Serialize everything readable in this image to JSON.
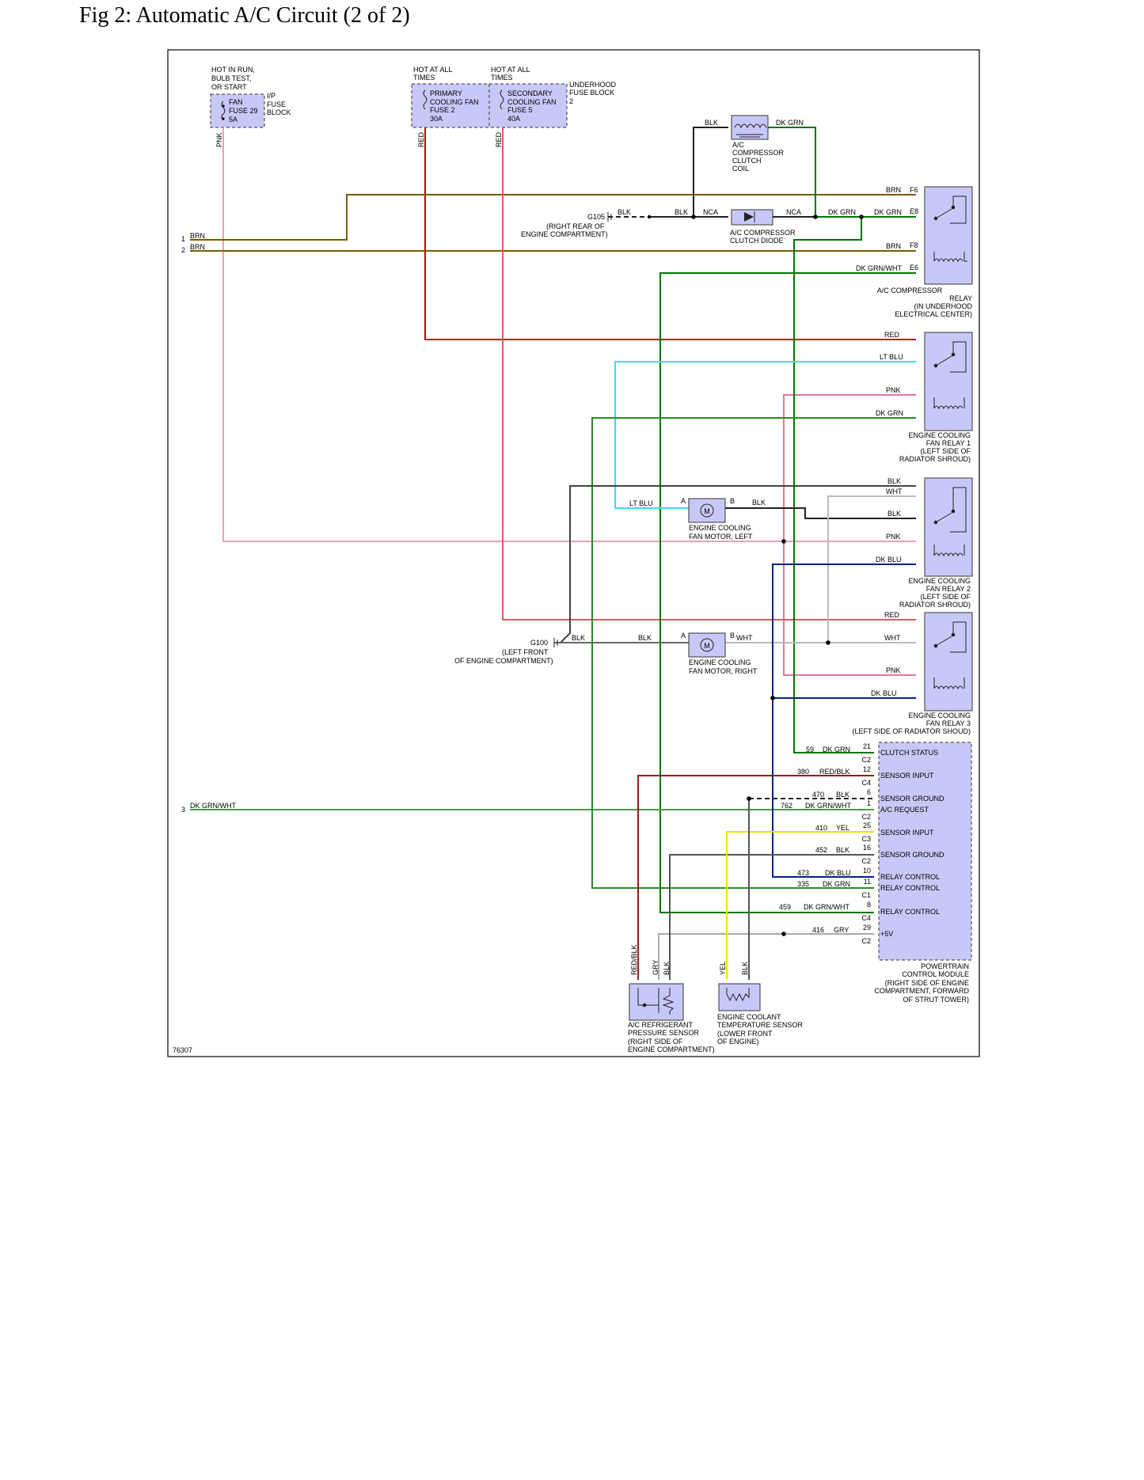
{
  "page": {
    "title": "Fig 2: Automatic A/C Circuit (2 of 2)"
  },
  "colors": {
    "brn": "#7a5a00",
    "red": "#cc0000",
    "pnk": "#e07a95",
    "dkgrn": "#007700",
    "ltblu": "#33e0e8",
    "blk": "#222222",
    "wht": "#bbbbbb",
    "dkblu": "#002288",
    "yel": "#f0e000",
    "gry": "#999999",
    "redblk": "#8b2020",
    "component": "#c8c8f8"
  },
  "diagram": {
    "figure_id": "76307",
    "fuses": {
      "ip_header": [
        "HOT IN RUN,",
        "BULB TEST,",
        "OR START"
      ],
      "fan_fuse": [
        "FAN",
        "FUSE 29",
        "5A"
      ],
      "ip_block": [
        "I/P",
        "FUSE",
        "BLOCK"
      ],
      "hot1": [
        "HOT AT ALL",
        "TIMES"
      ],
      "hot2": [
        "HOT AT ALL",
        "TIMES"
      ],
      "primary": [
        "PRIMARY",
        "COOLING FAN",
        "FUSE 2",
        "30A"
      ],
      "secondary": [
        "SECONDARY",
        "COOLING FAN",
        "FUSE 5",
        "40A"
      ],
      "underhood": [
        "UNDERHOOD",
        "FUSE BLOCK",
        "2"
      ]
    },
    "wires": {
      "pnk": "PNK",
      "red": "RED",
      "red2": "RED",
      "blk": "BLK",
      "dkgrn": "DK GRN",
      "brn": "BRN",
      "nca": "NCA",
      "dkgrnwht": "DK GRN/WHT",
      "ltblu": "LT BLU",
      "pnk2": "PNK",
      "wht": "WHT",
      "dkblu": "DK BLU",
      "yel": "YEL",
      "gry": "GRY",
      "redblk": "RED/BLK"
    },
    "left_pins": [
      {
        "num": "1",
        "color": "BRN"
      },
      {
        "num": "2",
        "color": "BRN"
      },
      {
        "num": "3",
        "color": "DK GRN/WHT"
      }
    ],
    "clutch_coil": [
      "A/C",
      "COMPRESSOR",
      "CLUTCH",
      "COIL"
    ],
    "clutch_diode": [
      "A/C COMPRESSOR",
      "CLUTCH DIODE"
    ],
    "g105": [
      "G105",
      "(RIGHT REAR OF",
      "ENGINE COMPARTMENT)"
    ],
    "g100": [
      "G100",
      "(LEFT FRONT",
      "OF ENGINE COMPARTMENT)"
    ],
    "ac_relay": {
      "pins": [
        "F6",
        "E8",
        "F8",
        "E6"
      ],
      "label": [
        "A/C COMPRESSOR",
        "RELAY",
        "(IN UNDERHOOD",
        "ELECTRICAL CENTER)"
      ]
    },
    "fan_relay_1": [
      "ENGINE COOLING",
      "FAN RELAY 1",
      "(LEFT SIDE OF",
      "RADIATOR SHROUD)"
    ],
    "fan_relay_2": [
      "ENGINE COOLING",
      "FAN RELAY 2",
      "(LEFT SIDE OF",
      "RADIATOR SHROUD)"
    ],
    "fan_relay_3": [
      "ENGINE COOLING",
      "FAN RELAY 3",
      "(LEFT SIDE OF RADIATOR SHOUD)"
    ],
    "motor_left": {
      "pin_a": "A",
      "pin_b": "B",
      "symbol": "M",
      "label": [
        "ENGINE COOLING",
        "FAN MOTOR, LEFT"
      ]
    },
    "motor_right": {
      "pin_a": "A",
      "pin_b": "B",
      "symbol": "M",
      "label": [
        "ENGINE COOLING",
        "FAN MOTOR, RIGHT"
      ]
    },
    "pcm": {
      "label": [
        "POWERTRAIN",
        "CONTROL MODULE",
        "(RIGHT SIDE OF ENGINE",
        "COMPARTMENT, FORWARD",
        "OF STRUT TOWER)"
      ],
      "rows": [
        {
          "circuit": "59",
          "color": "DK GRN",
          "pin": "21",
          "conn": "C2",
          "label": "CLUTCH STATUS"
        },
        {
          "circuit": "380",
          "color": "RED/BLK",
          "pin": "12",
          "conn": "C4",
          "label": "SENSOR INPUT"
        },
        {
          "circuit": "470",
          "color": "BLK",
          "pin": "6",
          "conn": "",
          "label": "SENSOR GROUND"
        },
        {
          "circuit": "762",
          "color": "DK GRN/WHT",
          "pin": "1",
          "conn": "C2",
          "label": "A/C REQUEST"
        },
        {
          "circuit": "410",
          "color": "YEL",
          "pin": "25",
          "conn": "C3",
          "label": "SENSOR INPUT"
        },
        {
          "circuit": "452",
          "color": "BLK",
          "pin": "16",
          "conn": "C2",
          "label": "SENSOR GROUND"
        },
        {
          "circuit": "473",
          "color": "DK BLU",
          "pin": "10",
          "conn": "",
          "label": "RELAY CONTROL"
        },
        {
          "circuit": "335",
          "color": "DK GRN",
          "pin": "11",
          "conn": "C1",
          "label": "RELAY CONTROL"
        },
        {
          "circuit": "459",
          "color": "DK GRN/WHT",
          "pin": "8",
          "conn": "C4",
          "label": "RELAY CONTROL"
        },
        {
          "circuit": "416",
          "color": "GRY",
          "pin": "29",
          "conn": "C2",
          "label": "+5V"
        }
      ]
    },
    "ac_sensor": {
      "wires": [
        "RED/BLK",
        "GRY",
        "BLK"
      ],
      "label": [
        "A/C REFRIGERANT",
        "PRESSURE SENSOR",
        "(RIGHT SIDE OF",
        "ENGINE COMPARTMENT)"
      ]
    },
    "coolant_sensor": {
      "wires": [
        "YEL",
        "BLK"
      ],
      "label": [
        "ENGINE COOLANT",
        "TEMPERATURE SENSOR",
        "(LOWER FRONT",
        "OF ENGINE)"
      ]
    }
  }
}
